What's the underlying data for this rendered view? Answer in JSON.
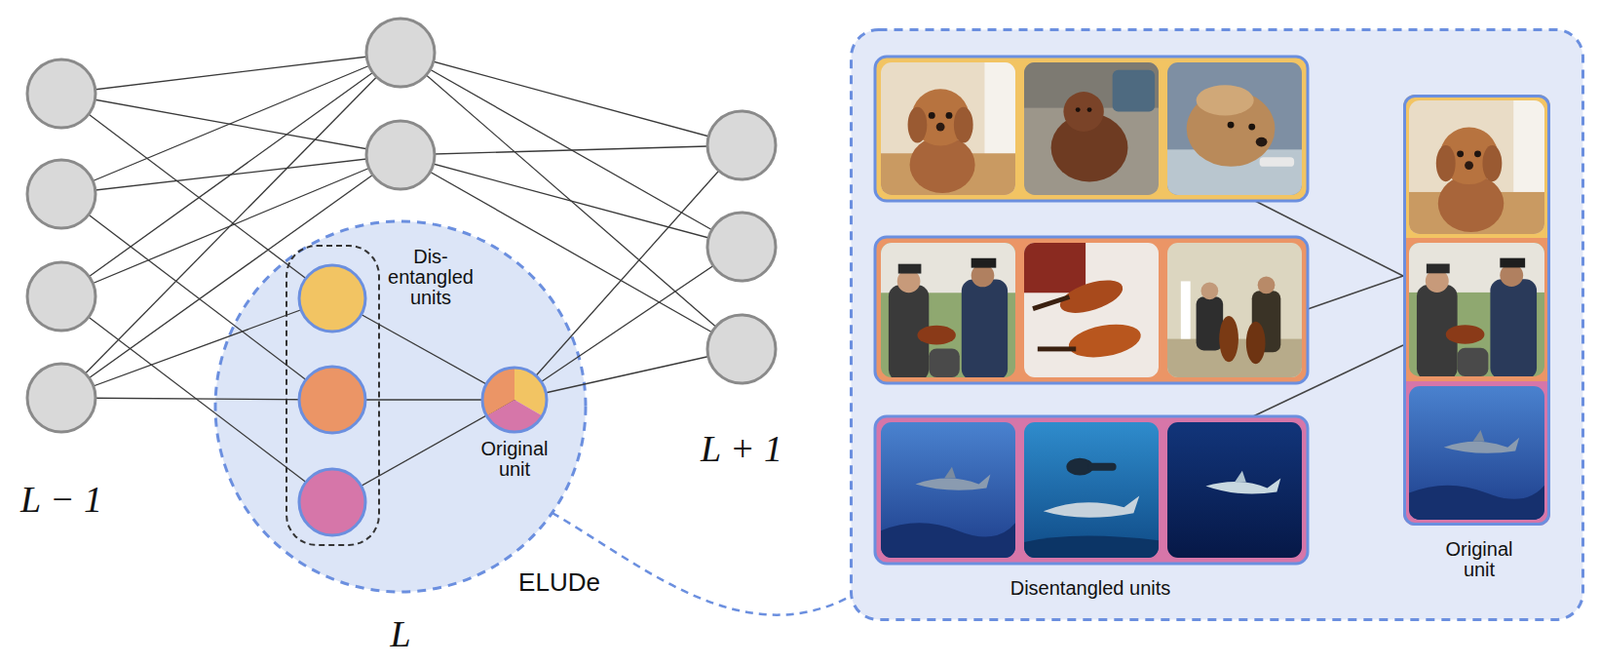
{
  "diagram": {
    "nodes": [
      {
        "text": [
          "ELUDe"
        ]
      },
      {
        "text": [
          "Dis- entangled units"
        ],
        "in": 0
      },
      {
        "text": [
          "Original unit"
        ],
        "in": 0
      },
      {
        "text": [
          "Disentangled units"
        ]
      },
      {
        "text": [
          "Original unit"
        ],
        "in": 3
      }
    ],
    "edges": [
      {
        "from": 0,
        "to": 3,
        "arrow": "none"
      }
    ],
    "labels": [
      "L − 1",
      "L",
      "L + 1"
    ]
  }
}
